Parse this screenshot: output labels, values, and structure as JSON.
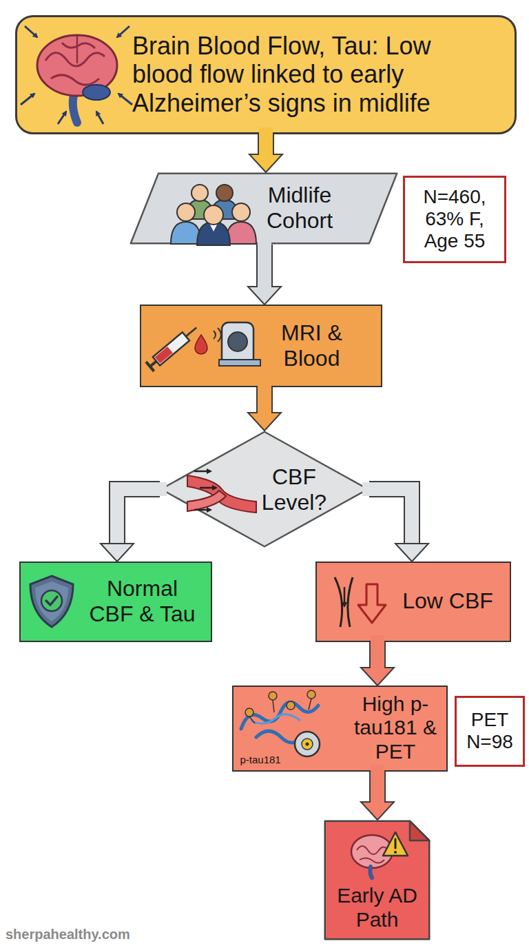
{
  "diagram": {
    "nodes": [
      {
        "text": [
          "Brain Blood Flow, Tau: Low blood flow linked to early Alzheimer’s signs in midlife"
        ]
      },
      {
        "text": [
          "Midlife Cohort"
        ]
      },
      {
        "text": [
          "N=460, 63% F, Age 55"
        ]
      },
      {
        "text": [
          "MRI & Blood"
        ]
      },
      {
        "text": [
          "CBF Level?"
        ]
      },
      {
        "text": [
          "Normal CBF & Tau"
        ]
      },
      {
        "text": [
          "Low CBF"
        ]
      },
      {
        "text": [
          "High p-tau181 & PET",
          "p-tau181"
        ]
      },
      {
        "text": [
          "PET N=98"
        ]
      },
      {
        "text": [
          "Early AD Path"
        ]
      }
    ],
    "edges": [
      {
        "from": 0,
        "to": 1,
        "arrow": "to"
      },
      {
        "from": 1,
        "to": 3,
        "arrow": "to"
      },
      {
        "from": 3,
        "to": 4,
        "arrow": "to"
      },
      {
        "from": 4,
        "to": 5,
        "arrow": "to"
      },
      {
        "from": 4,
        "to": 6,
        "arrow": "to"
      },
      {
        "from": 6,
        "to": 7,
        "arrow": "to"
      },
      {
        "from": 7,
        "to": 9,
        "arrow": "to"
      }
    ],
    "labels": [
      "sherpahealthy.com"
    ]
  }
}
